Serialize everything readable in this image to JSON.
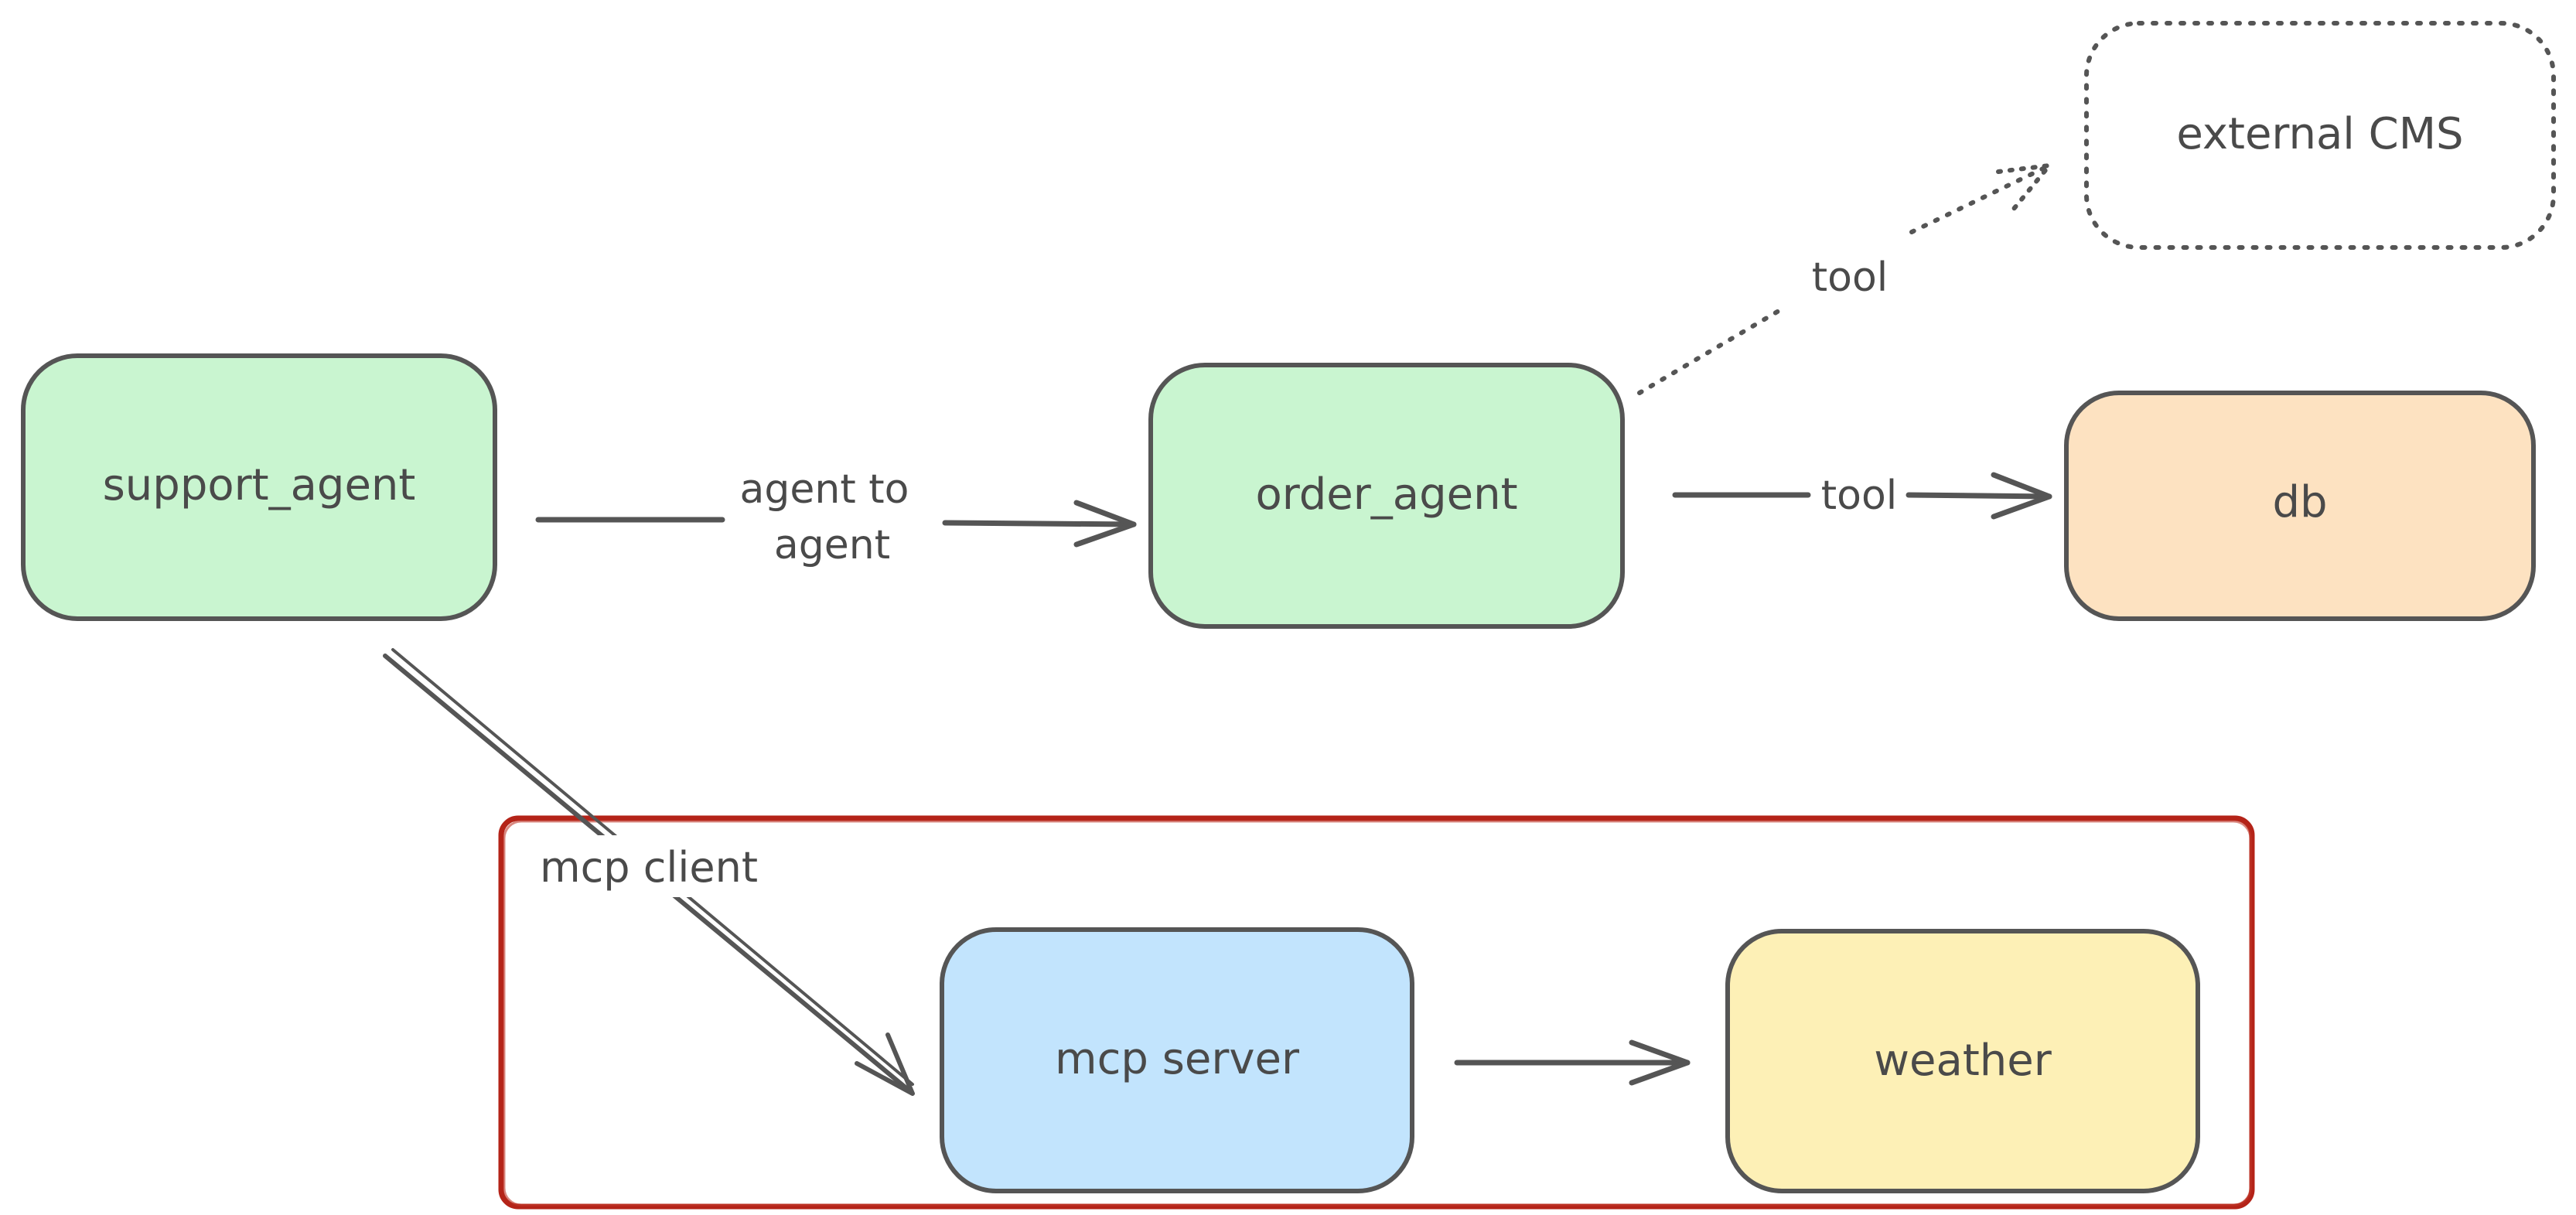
{
  "diagram": {
    "colors": {
      "stroke": "#555555",
      "agent_fill": "#c9f5d0",
      "db_fill": "#fde2c1",
      "mcp_server_fill": "#c2e4fd",
      "weather_fill": "#fdf0b6",
      "group_border": "#b42318",
      "background": "#ffffff"
    },
    "nodes": {
      "support_agent": "support_agent",
      "order_agent": "order_agent",
      "db": "db",
      "external_cms": "external CMS",
      "mcp_server": "mcp server",
      "weather": "weather"
    },
    "group": {
      "label": "mcp client"
    },
    "edges": {
      "agent_to_agent_line1": "agent to",
      "agent_to_agent_line2": "agent",
      "tool_db": "tool",
      "tool_cms": "tool"
    }
  }
}
